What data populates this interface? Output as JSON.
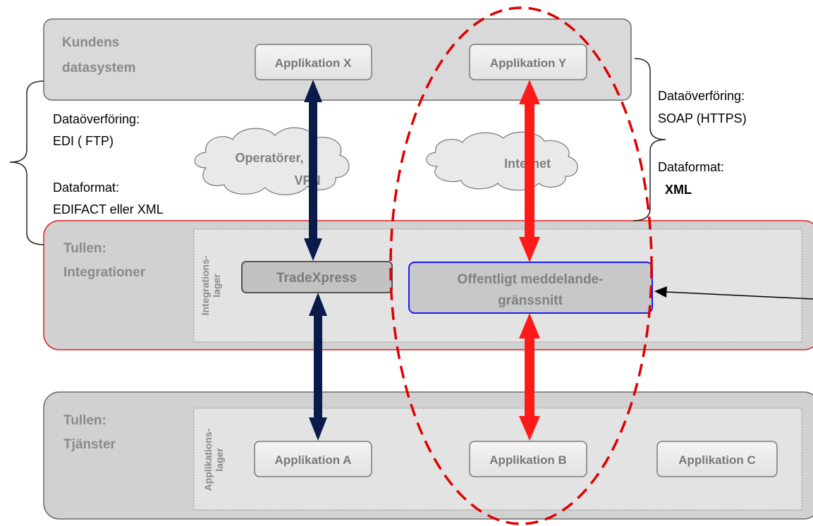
{
  "customer": {
    "title_line1": "Kundens",
    "title_line2": "datasystem",
    "app_x": "Applikation X",
    "app_y": "Applikation Y"
  },
  "left_notes": {
    "transfer_label": "Dataöverföring:",
    "transfer_value": "EDI ( FTP)",
    "format_label": "Dataformat:",
    "format_value": "EDIFACT eller XML"
  },
  "right_notes": {
    "transfer_label": "Dataöverföring:",
    "transfer_value": "SOAP (HTTPS)",
    "format_label": "Dataformat:",
    "format_value": "XML"
  },
  "clouds": {
    "operators_line1": "Operatörer,",
    "operators_line2": "VPN",
    "internet": "Internet"
  },
  "integration": {
    "title_line1": "Tullen:",
    "title_line2": "Integrationer",
    "layer_line1": "Integrations-",
    "layer_line2": "lager",
    "tradexpress": "TradeXpress",
    "public_line1": "Offentligt meddelande-",
    "public_line2": "gränssnitt"
  },
  "services": {
    "title_line1": "Tullen:",
    "title_line2": "Tjänster",
    "layer_line1": "Applikations-",
    "layer_line2": "lager",
    "app_a": "Applikation A",
    "app_b": "Applikation B",
    "app_c": "Applikation C"
  },
  "colors": {
    "navy_arrow": "#0a1a4a",
    "red_arrow": "#ff1a1a",
    "dashed_ellipse": "#e00000",
    "public_border": "#1a1aee",
    "integration_border": "#e02020"
  }
}
